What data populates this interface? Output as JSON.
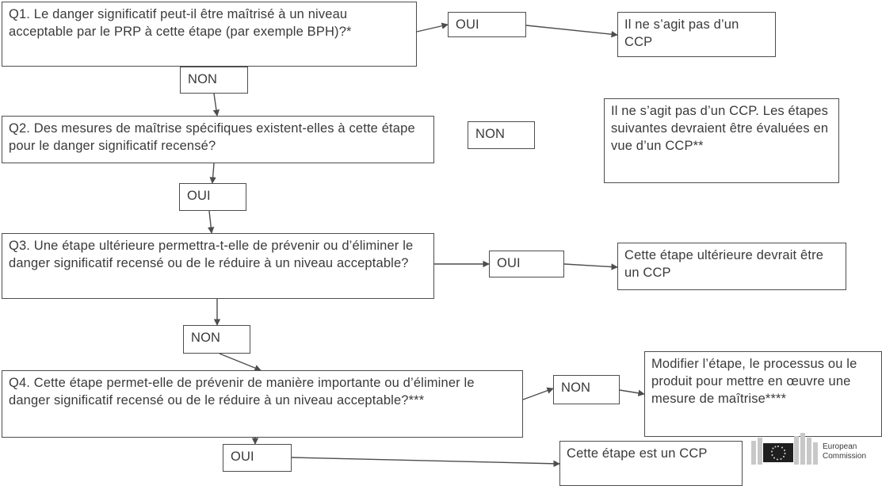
{
  "diagram": {
    "q1": {
      "text": "Q1. Le danger significatif peut-il être maîtrisé à un niveau acceptable par le PRP à cette étape (par exemple BPH)?*"
    },
    "q1_yes": "OUI",
    "q1_yes_result": "Il ne s’agit pas d’un CCP",
    "q1_no": "NON",
    "q2": {
      "text": "Q2. Des mesures de maîtrise spécifiques existent-elles à cette étape pour le danger significatif recensé?"
    },
    "q2_no": "NON",
    "q2_no_result": "Il ne s’agit pas d’un CCP. Les étapes suivantes devraient être évaluées en vue d’un CCP**",
    "q2_yes": "OUI",
    "q3": {
      "text": "Q3. Une étape ultérieure permettra-t-elle de prévenir ou d’éliminer le danger significatif recensé ou de le réduire à un niveau acceptable?"
    },
    "q3_yes": "OUI",
    "q3_yes_result": "Cette étape ultérieure devrait être un CCP",
    "q3_no": "NON",
    "q4": {
      "text": "Q4. Cette étape permet-elle de prévenir de manière importante ou d’éliminer le danger significatif recensé ou de le réduire à un niveau acceptable?***"
    },
    "q4_no": "NON",
    "q4_no_result": "Modifier l’étape, le processus ou le produit pour mettre en œuvre une mesure de maîtrise****",
    "q4_yes": "OUI",
    "q4_yes_result": "Cette étape est un CCP"
  },
  "logo": {
    "text": "European\nCommission"
  }
}
